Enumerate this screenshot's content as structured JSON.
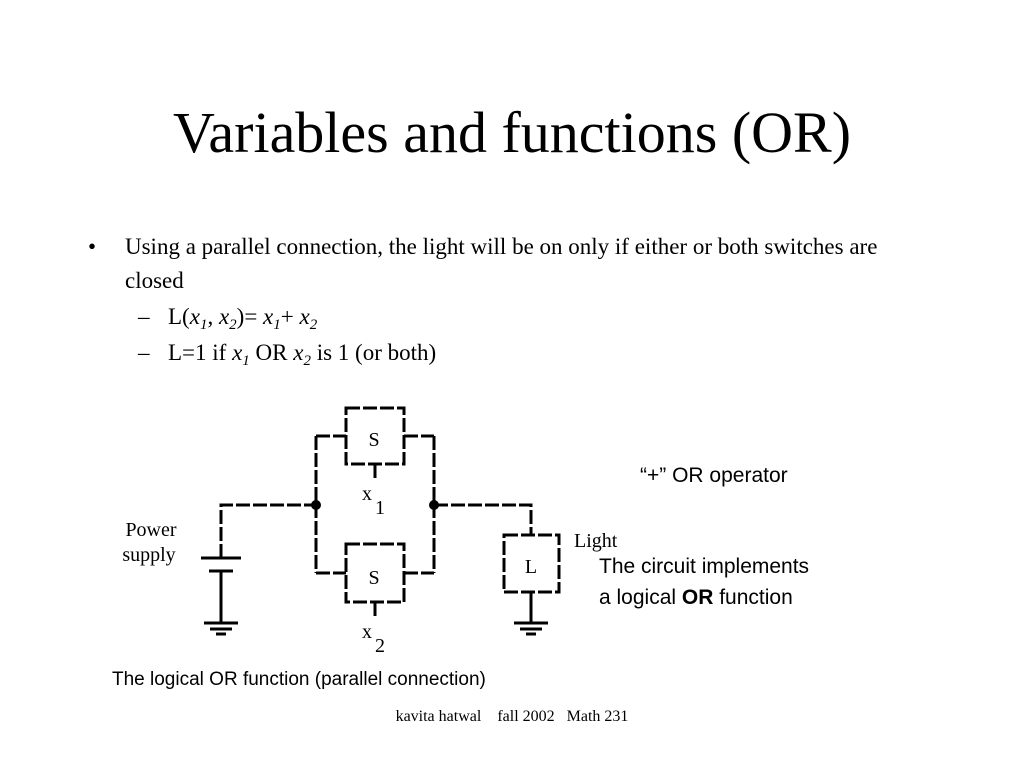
{
  "slide": {
    "title": "Variables and functions (OR)",
    "bullet_marker": "•",
    "bullet_text": "Using a parallel connection, the light will be on only if either or both switches are closed",
    "sub_marker": "–",
    "sub1": {
      "l": "L(",
      "x1": "x",
      "s1": "1",
      "comma": ", ",
      "x2": "x",
      "s2": "2",
      "eq": ")= ",
      "x3": "x",
      "s3": "1",
      "plus": "+ ",
      "x4": "x",
      "s4": "2"
    },
    "sub2": {
      "pre": "L=1 if ",
      "x1": "x",
      "s1": "1",
      "mid": " OR ",
      "x2": "x",
      "s2": "2",
      "post": " is 1 (or both)"
    }
  },
  "diagram": {
    "power_label_1": "Power",
    "power_label_2": "supply",
    "switch_top": "S",
    "switch_bottom": "S",
    "x1_var": "x",
    "x1_sub": "1",
    "x2_var": "x",
    "x2_sub": "2",
    "lamp": "L",
    "light_label": "Light",
    "operator_note": "“+” OR operator",
    "circuit_note_1": "The circuit implements",
    "circuit_note_2_pre": "a logical ",
    "circuit_note_2_bold": "OR",
    "circuit_note_2_post": " function",
    "caption": "The logical OR function (parallel connection)"
  },
  "footer": {
    "author": "kavita hatwal",
    "term": "fall 2002",
    "course": "Math 231"
  }
}
